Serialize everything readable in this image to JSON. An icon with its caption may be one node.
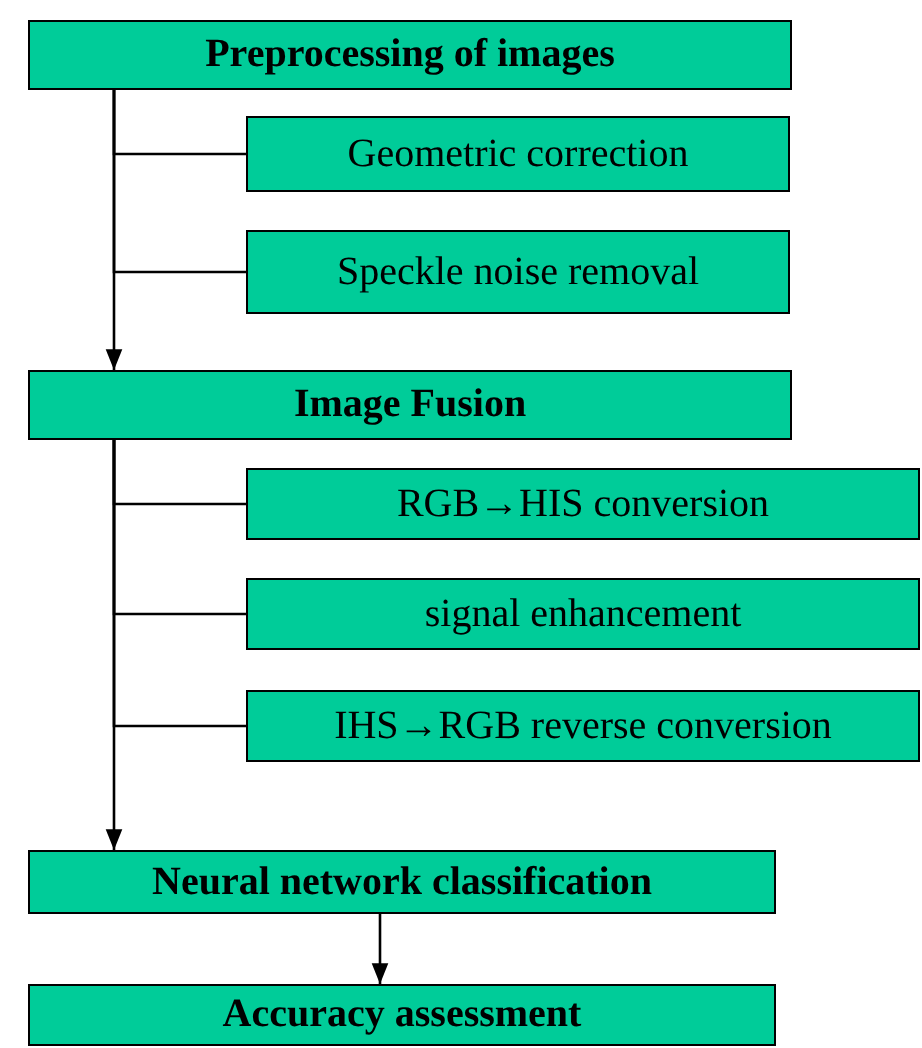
{
  "diagram": {
    "nodes": [
      {
        "text": [
          "Preprocessing of images"
        ]
      },
      {
        "text": [
          "Geometric correction"
        ]
      },
      {
        "text": [
          "Speckle noise removal"
        ]
      },
      {
        "text": [
          "Image Fusion"
        ]
      },
      {
        "text": [
          "RGB→HIS conversion"
        ]
      },
      {
        "text": [
          "signal enhancement"
        ]
      },
      {
        "text": [
          "IHS→RGB reverse conversion"
        ]
      },
      {
        "text": [
          "Neural network classification"
        ]
      },
      {
        "text": [
          "Accuracy assessment"
        ]
      }
    ],
    "edges": [
      {
        "from": 0,
        "to": 1,
        "arrow": "none"
      },
      {
        "from": 0,
        "to": 2,
        "arrow": "none"
      },
      {
        "from": 0,
        "to": 3,
        "arrow": "to"
      },
      {
        "from": 3,
        "to": 4,
        "arrow": "none"
      },
      {
        "from": 3,
        "to": 5,
        "arrow": "none"
      },
      {
        "from": 3,
        "to": 6,
        "arrow": "none"
      },
      {
        "from": 3,
        "to": 7,
        "arrow": "to"
      },
      {
        "from": 7,
        "to": 8,
        "arrow": "to"
      }
    ]
  }
}
